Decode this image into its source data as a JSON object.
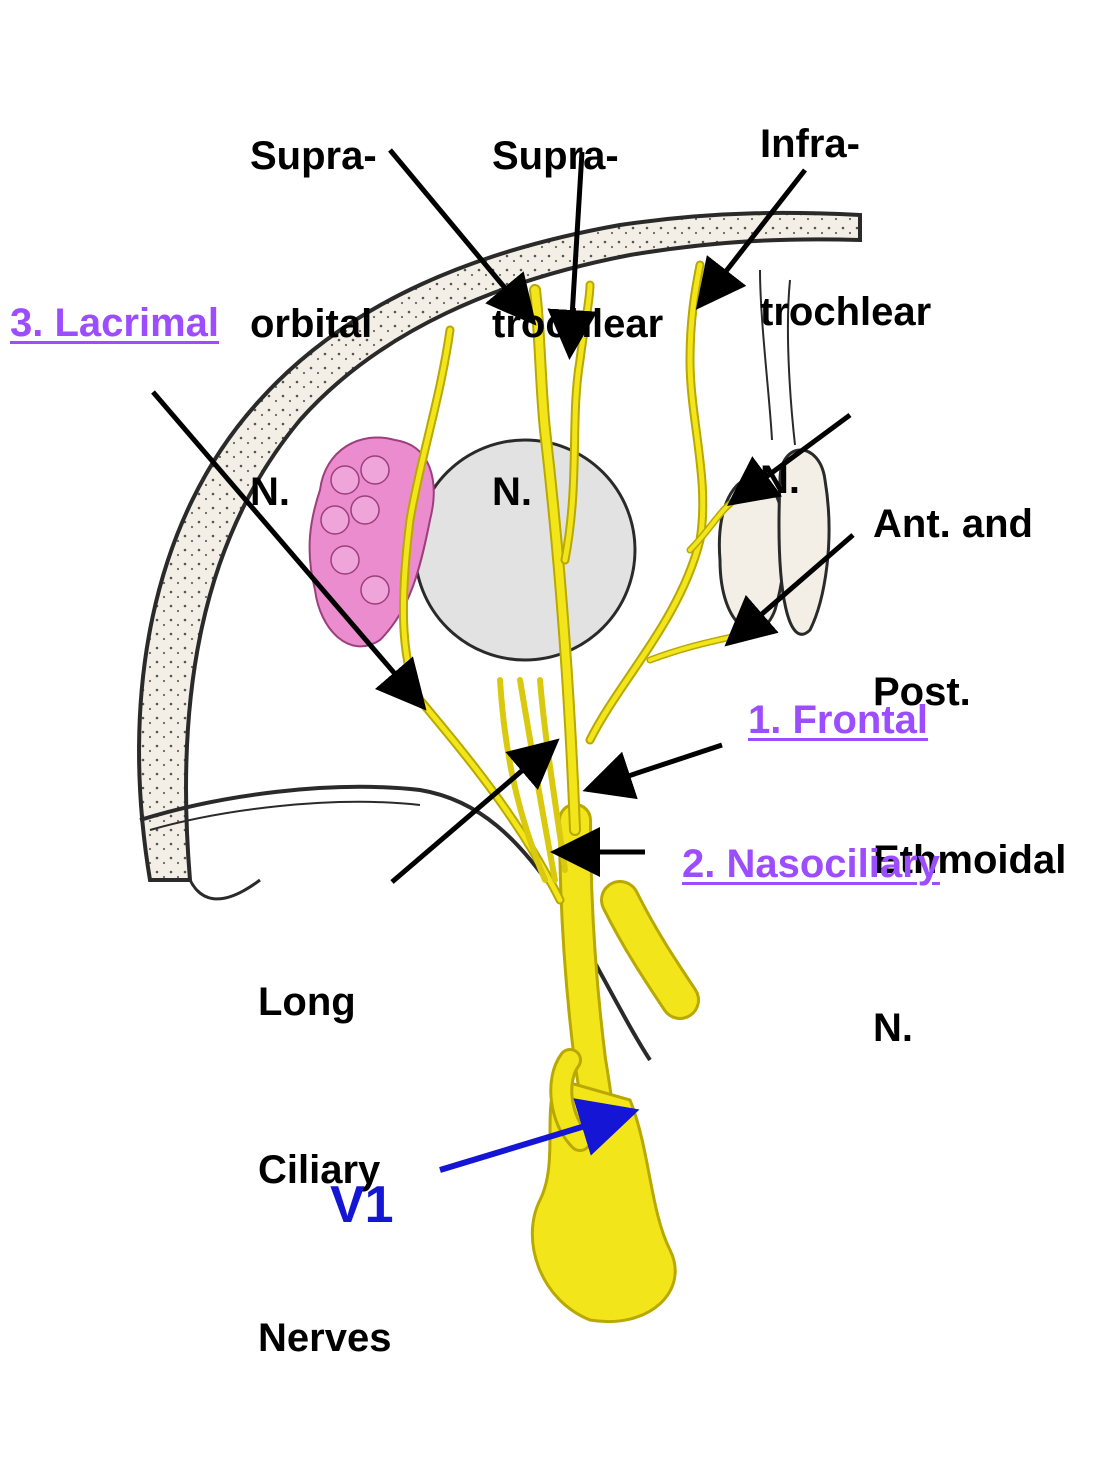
{
  "labels": {
    "supraorbital": [
      "Supra-",
      "orbital",
      "N."
    ],
    "supratrochlear": [
      "Supra-",
      "trochlear",
      "N."
    ],
    "infratrochlear": [
      "Infra-",
      "trochlear",
      "N."
    ],
    "ethmoidal": [
      "Ant. and",
      "Post.",
      "Ethmoidal",
      "N."
    ],
    "long_ciliary": [
      "Long",
      "Ciliary",
      "Nerves"
    ],
    "lacrimal": "3. Lacrimal",
    "frontal": "1. Frontal",
    "nasociliary": "2. Nasociliary",
    "v1": "V1"
  },
  "colors": {
    "label_text": "#000000",
    "link_text": "#9c4dff",
    "v1_text": "#1515d6",
    "v1_arrow": "#1515d6",
    "pointer_arrow": "#000000",
    "nerve_fill": "#f2e61a",
    "nerve_stroke": "#b8a800",
    "lacrimal_gland": "#ea8ccd",
    "eyeball": "#e2e2e2",
    "bone": "#f3efe6",
    "bone_outline": "#2a2a2a"
  }
}
